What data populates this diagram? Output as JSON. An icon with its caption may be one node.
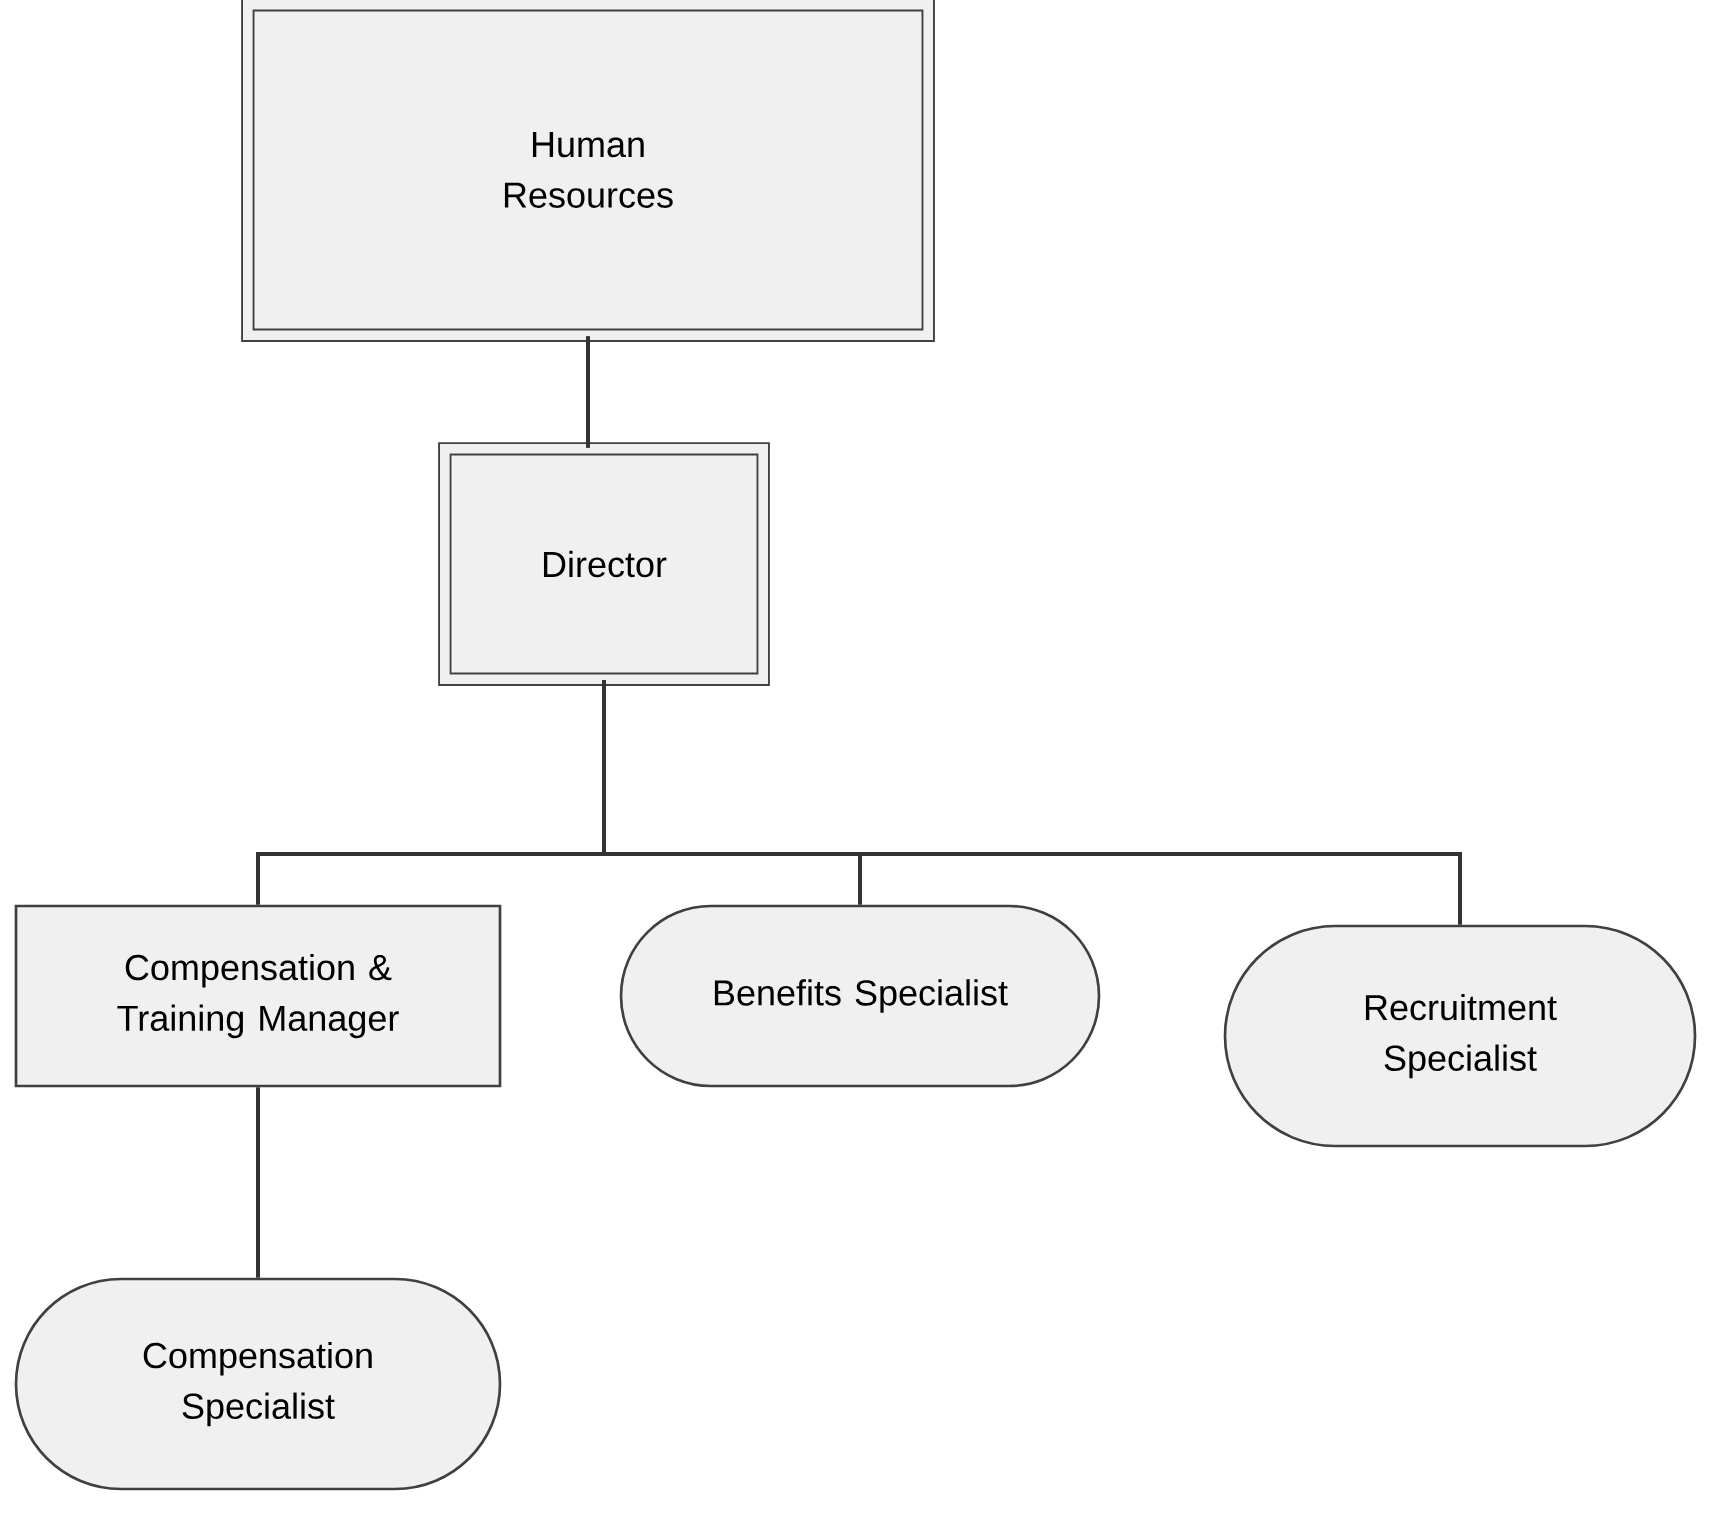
{
  "diagram": {
    "nodes": [
      {
        "text": [
          "Human Resources"
        ]
      },
      {
        "text": [
          "Director"
        ]
      },
      {
        "text": [
          "Compensation & Training Manager"
        ]
      },
      {
        "text": [
          "Benefits Specialist"
        ]
      },
      {
        "text": [
          "Recruitment Specialist"
        ]
      },
      {
        "text": [
          "Compensation Specialist"
        ]
      }
    ],
    "edges": [
      {
        "from": 0,
        "to": 1,
        "arrow": "none"
      },
      {
        "from": 1,
        "to": 2,
        "arrow": "none"
      },
      {
        "from": 1,
        "to": 3,
        "arrow": "none"
      },
      {
        "from": 1,
        "to": 4,
        "arrow": "none"
      },
      {
        "from": 2,
        "to": 5,
        "arrow": "none"
      }
    ]
  }
}
